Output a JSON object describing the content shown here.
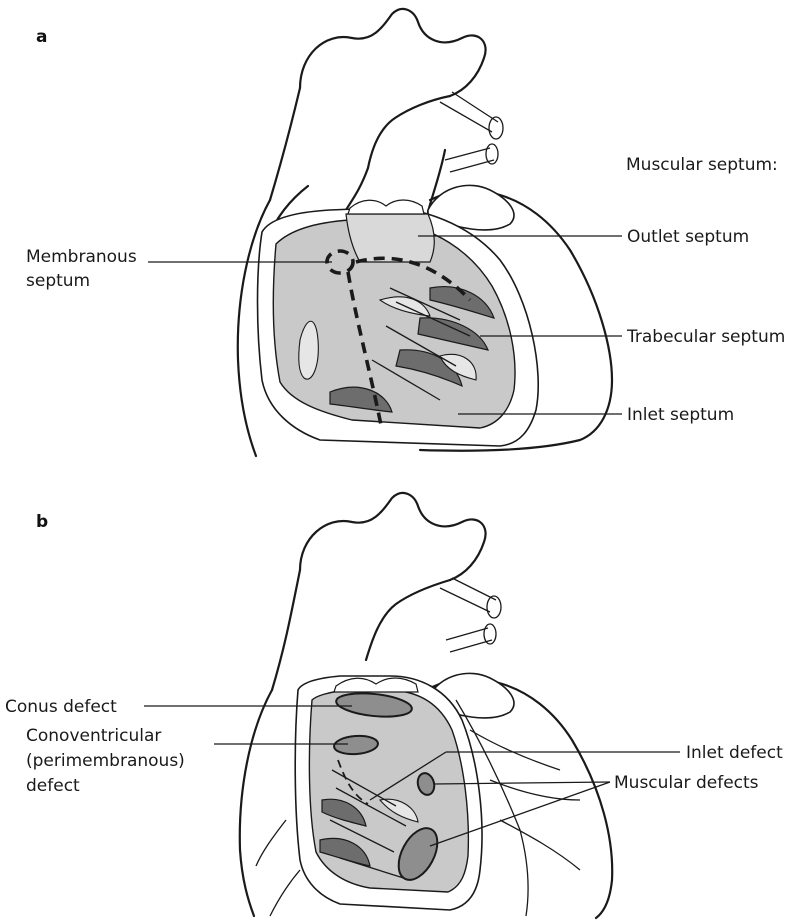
{
  "panels": [
    {
      "letter": "a",
      "labels": {
        "muscular_header": "Muscular septum:",
        "outlet": "Outlet septum",
        "membranous_line1": "Membranous",
        "membranous_line2": "septum",
        "trabecular": "Trabecular septum",
        "inlet": "Inlet septum"
      }
    },
    {
      "letter": "b",
      "labels": {
        "conus": "Conus defect",
        "conoventricular_line1": "Conoventricular",
        "conoventricular_line2": "(perimembranous)",
        "conoventricular_line3": "defect",
        "inlet_defect": "Inlet defect",
        "muscular_defects": "Muscular defects"
      }
    }
  ],
  "colors": {
    "line": "#1a1a1a",
    "septum_fill": "#c9c9c9",
    "defect_fill": "#8e8e8e",
    "background": "#ffffff"
  }
}
